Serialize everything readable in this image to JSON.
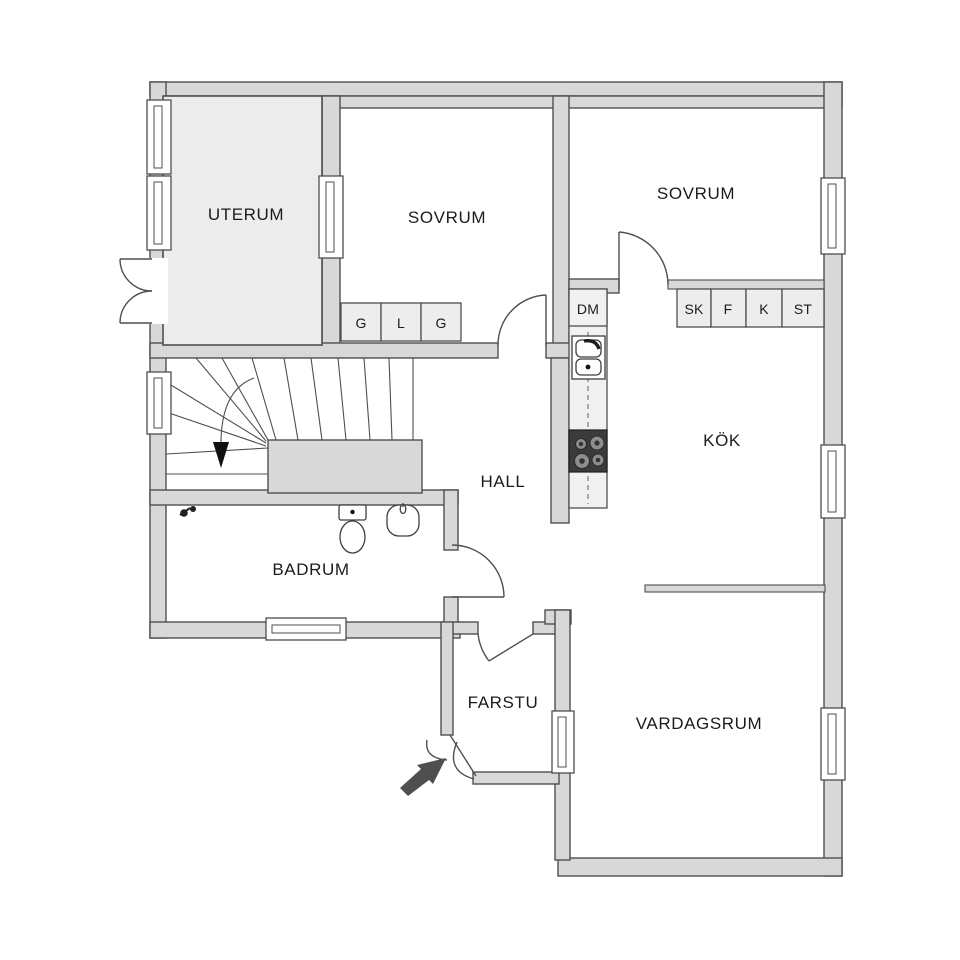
{
  "rooms": {
    "uterum": "UTERUM",
    "sovrum_left": "SOVRUM",
    "sovrum_right": "SOVRUM",
    "kok": "KÖK",
    "hall": "HALL",
    "badrum": "BADRUM",
    "farstu": "FARSTU",
    "vardagsrum": "VARDAGSRUM"
  },
  "fixtures": {
    "dishwasher": "DM"
  },
  "closets_bedroom": [
    "G",
    "L",
    "G"
  ],
  "closets_kitchen": [
    "SK",
    "F",
    "K",
    "ST"
  ],
  "icons": {
    "entrance_arrow": "entrance-direction-arrow",
    "stairs_down_arrow": "stairs-down-arrow"
  },
  "colors": {
    "wall_fill": "#d8d8d8",
    "wall_outline": "#4f4f4f",
    "room_fill": "#ffffff",
    "uterum_fill": "#ececec",
    "unit_fill": "#ededed",
    "stove_fill": "#3b3b3b",
    "arrow_fill": "#4f4f4f",
    "text": "#1b1b1b"
  }
}
